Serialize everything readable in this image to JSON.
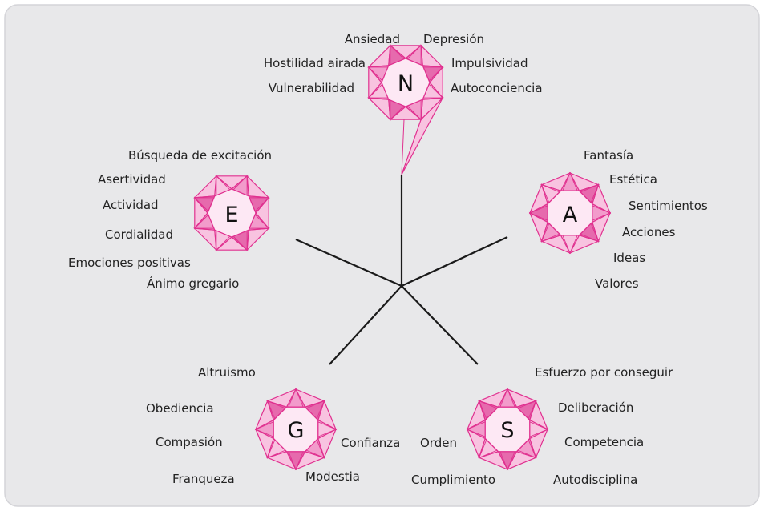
{
  "colors": {
    "panel_background": "#e8e8ea",
    "panel_border": "#d4d4d8",
    "gem_light": "#f8c3e0",
    "gem_mid": "#f29bcb",
    "gem_dark": "#e66aad",
    "gem_stroke": "#e0308f",
    "center_fill": "#fde8f4",
    "spoke": "#1a1a1a"
  },
  "factors": [
    {
      "id": "N",
      "letter": "N",
      "facets": [
        "Ansiedad",
        "Depresión",
        "Hostilidad airada",
        "Impulsividad",
        "Vulnerabilidad",
        "Autoconciencia"
      ]
    },
    {
      "id": "E",
      "letter": "E",
      "facets": [
        "Búsqueda de excitación",
        "Asertividad",
        "Actividad",
        "Cordialidad",
        "Emociones positivas",
        "Ánimo gregario"
      ]
    },
    {
      "id": "A",
      "letter": "A",
      "facets": [
        "Fantasía",
        "Estética",
        "Sentimientos",
        "Acciones",
        "Ideas",
        "Valores"
      ]
    },
    {
      "id": "G",
      "letter": "G",
      "facets": [
        "Altruismo",
        "Obediencia",
        "Compasión",
        "Franqueza",
        "Modestia",
        "Confianza"
      ]
    },
    {
      "id": "S",
      "letter": "S",
      "facets": [
        "Esfuerzo por conseguir",
        "Deliberación",
        "Competencia",
        "Autodisciplina",
        "Cumplimiento",
        "Orden"
      ]
    }
  ]
}
